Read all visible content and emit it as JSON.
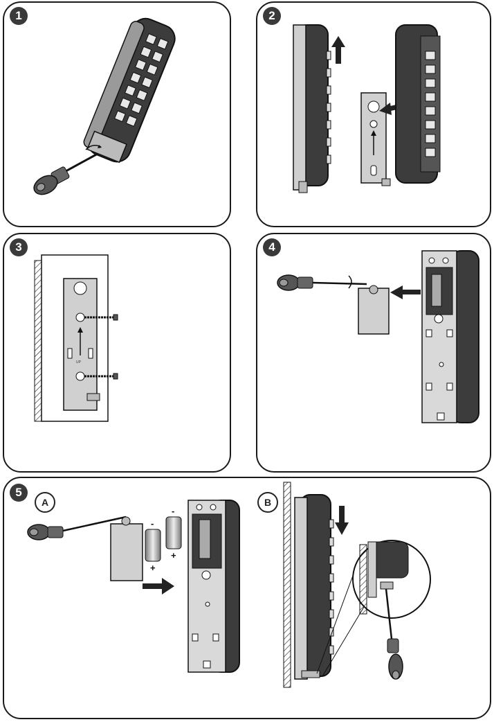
{
  "steps": [
    {
      "number": "1"
    },
    {
      "number": "2"
    },
    {
      "number": "3"
    },
    {
      "number": "4"
    },
    {
      "number": "5",
      "sub_labels": [
        "A",
        "B"
      ]
    }
  ],
  "battery_signs": {
    "minus": "-",
    "plus": "+"
  },
  "bracket_marking": "UP",
  "colors": {
    "outline": "#1a1a1a",
    "badge": "#3a3a3a",
    "device_dark": "#3c3c3c",
    "device_grey": "#d9d9d9"
  }
}
